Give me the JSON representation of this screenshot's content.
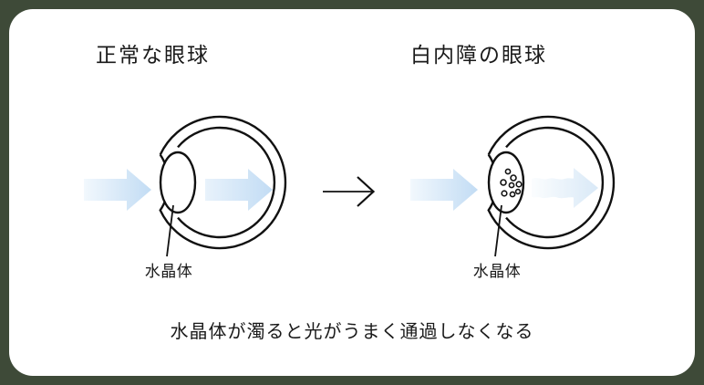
{
  "diagram": {
    "normal": {
      "title": "正常な眼球",
      "lens_label": "水晶体"
    },
    "cataract": {
      "title": "白内障の眼球",
      "lens_label": "水晶体"
    },
    "caption": "水晶体が濁ると光がうまく通過しなくなる"
  },
  "icons": {
    "light_arrow": "block-arrow-right-icon",
    "faint_light_arrow": "faded-block-arrow-right-icon",
    "transition_arrow": "thin-arrow-right-icon"
  },
  "colors": {
    "frame_background": "#3e4a38",
    "card_background": "#ffffff",
    "outline": "#111111",
    "text": "#1a1a1a",
    "light_arrow_start": "#f2f8fd",
    "light_arrow_end": "#c2dcf4",
    "faint_arrow_start": "#fbfdfe",
    "faint_arrow_end": "#d9e9f7"
  }
}
